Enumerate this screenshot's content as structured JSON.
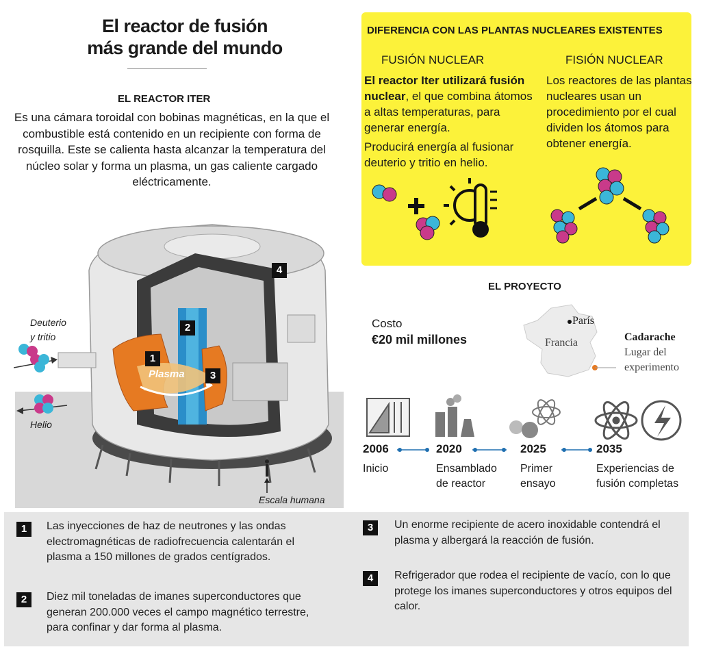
{
  "title": {
    "line1": "El reactor de fusión",
    "line2": "más grande del mundo"
  },
  "reactor": {
    "heading": "EL REACTOR ITER",
    "description": "Es una cámara toroidal con bobinas magnéticas, en la que el combustible está contenido en un recipiente con forma de rosquilla. Este se calienta hasta alcanzar la temperatura del núcleo solar y forma un plasma, un gas caliente cargado eléctricamente.",
    "labels": {
      "deuterio": "Deuterio",
      "tritio": "y tritio",
      "helio": "Helio",
      "plasma": "Plasma",
      "escala": "Escala humana"
    },
    "badges": [
      "1",
      "2",
      "3",
      "4"
    ]
  },
  "difference": {
    "heading": "DIFERENCIA CON LAS PLANTAS NUCLEARES EXISTENTES",
    "fusion": {
      "title": "FUSIÓN NUCLEAR",
      "bold_text": "El reactor Iter utilizará fusión nuclear",
      "text": ", el que combina átomos a altas temperaturas, para generar energía.",
      "text2": "Producirá energía al fusionar deuterio y tritio en helio."
    },
    "fission": {
      "title": "FISIÓN NUCLEAR",
      "text": "Los reactores de las plantas nucleares usan un procedimiento por el cual dividen los átomos para obtener energía."
    }
  },
  "project": {
    "heading": "EL PROYECTO",
    "cost_label": "Costo",
    "cost_value": "€20 mil millones",
    "map": {
      "paris": "París",
      "francia": "Francia",
      "cadarache": "Cadarache",
      "lugar1": "Lugar del",
      "lugar2": "experimento"
    },
    "timeline": [
      {
        "year": "2006",
        "line1": "Inicio",
        "line2": ""
      },
      {
        "year": "2020",
        "line1": "Ensamblado",
        "line2": "de reactor"
      },
      {
        "year": "2025",
        "line1": "Primer",
        "line2": "ensayo"
      },
      {
        "year": "2035",
        "line1": "Experiencias de",
        "line2": "fusión completas"
      }
    ]
  },
  "notes": [
    {
      "num": "1",
      "text": "Las inyecciones de haz de neutrones y las ondas electromagnéticas de radiofrecuencia calentarán el plasma a 150 millones de grados centígrados."
    },
    {
      "num": "2",
      "text": "Diez mil toneladas de imanes superconductores que generan 200.000 veces el campo magnético terrestre, para confinar y dar forma al plasma."
    },
    {
      "num": "3",
      "text": "Un enorme recipiente de acero inoxidable contendrá el plasma y albergará la reacción de fusión."
    },
    {
      "num": "4",
      "text": "Refrigerador que rodea el recipiente de vacío, con lo que protege los imanes superconductores y otros equipos del calor."
    }
  ],
  "colors": {
    "yellow": "#fcf23a",
    "timeline_dot": "#1f6fb0",
    "orange": "#e67a22"
  }
}
